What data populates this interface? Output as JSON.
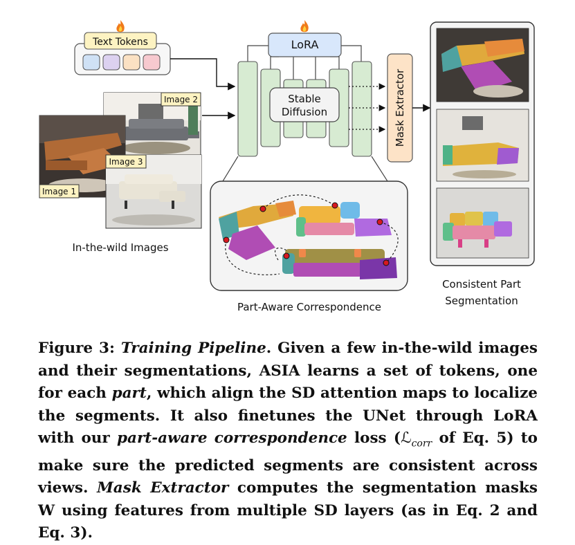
{
  "figure": {
    "text_tokens_label": "Text Tokens",
    "lora_label": "LoRA",
    "stable_diffusion_line1": "Stable",
    "stable_diffusion_line2": "Diffusion",
    "mask_extractor_label": "Mask Extractor",
    "image_labels": [
      "Image 1",
      "Image 2",
      "Image 3"
    ],
    "in_the_wild_label": "In-the-wild Images",
    "part_aware_label": "Part-Aware Correspondence",
    "consistent_line1": "Consistent Part",
    "consistent_line2": "Segmentation",
    "token_colors": [
      "#cfe1f5",
      "#dcd1f0",
      "#fbe1c3",
      "#f7c9cf"
    ],
    "unet_color": "#d7ebd2",
    "lora_color": "#d8e7fb",
    "mask_extractor_color": "#fde3c7",
    "fire_icon": "fire-icon"
  },
  "caption": {
    "fig_label": "Figure 3:",
    "title": "Training Pipeline",
    "t1": ". Given a few in-the-wild images and their segmentations, ASIA learns a set of tokens, one for each ",
    "part": "part",
    "t2": ", which align the SD attention maps to localize the segments. It also finetunes the UNet through LoRA with our ",
    "pac": "part-aware correspondence",
    "t3": " loss (",
    "loss_symbol": "ℒ",
    "loss_sub": "corr",
    "t4": " of Eq. 5) to make sure the predicted segments are consistent across views. ",
    "mask_ex": "Mask Extractor",
    "t5": " computes the segmentation masks W using features from multiple SD layers (as in Eq. 2 and Eq. 3)."
  }
}
